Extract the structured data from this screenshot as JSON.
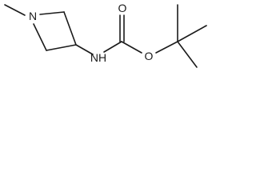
{
  "molecule": {
    "atoms": {
      "ring_n": "N",
      "amide_n": "NH",
      "carbonyl_o": "O",
      "ester_o": "O"
    }
  }
}
